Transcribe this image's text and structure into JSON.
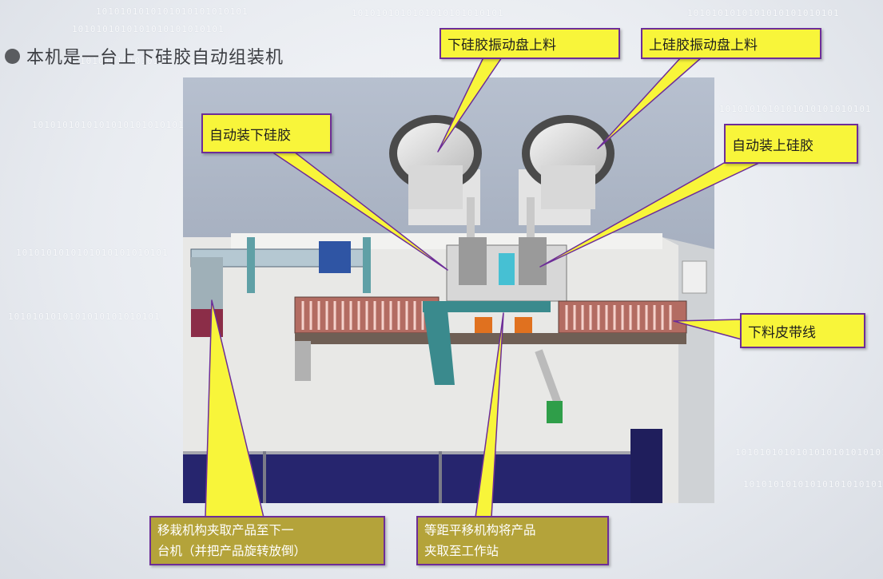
{
  "slide": {
    "title": "本机是一台上下硅胶自动组装机"
  },
  "callouts": {
    "bottom_silicone_feed": "下硅胶振动盘上料",
    "top_silicone_feed": "上硅胶振动盘上料",
    "auto_bottom_silicone": "自动装下硅胶",
    "auto_top_silicone": "自动装上硅胶",
    "output_belt": "下料皮带线",
    "transfer_line1": "移栽机构夹取产品至下一",
    "transfer_line2": "台机（并把产品旋转放倒）",
    "pitch_line1": "等距平移机构将产品",
    "pitch_line2": "夹取至工作站"
  },
  "background": {
    "binary_string": "1010101010101010101010101"
  },
  "colors": {
    "callout_fill": "#f8f53a",
    "callout_border": "#6d2d98",
    "bottom_callout_fill": "#b4a33a",
    "machine_bg": "#a9b3c4"
  }
}
